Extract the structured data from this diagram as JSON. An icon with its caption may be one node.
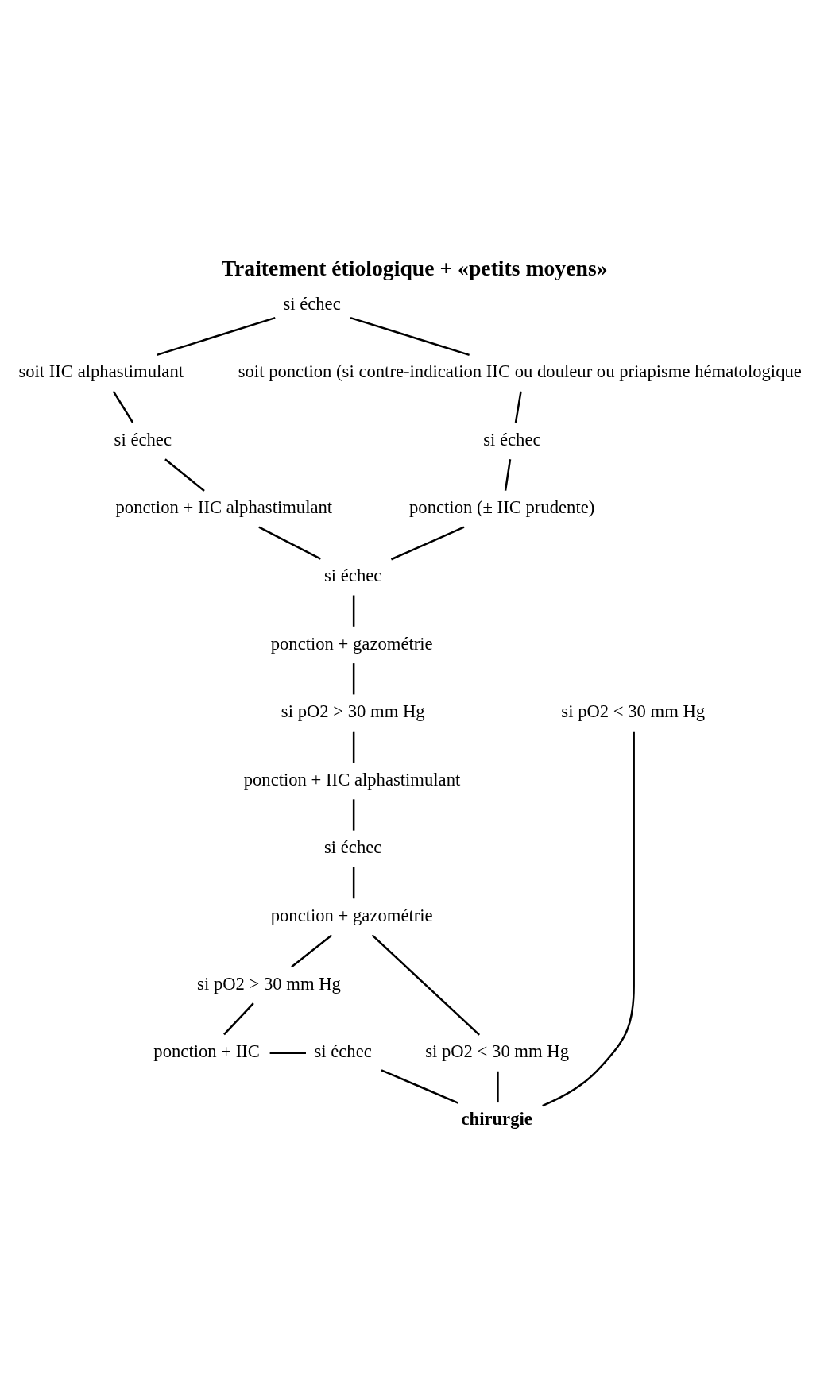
{
  "diagram": {
    "title": "Traitement étiologique + «petits moyens»",
    "nodes": [
      {
        "text": [
          "si échec"
        ]
      },
      {
        "text": [
          "soit IIC alphastimulant"
        ]
      },
      {
        "text": [
          "soit ponction (si contre-indication IIC ou douleur ou priapisme hématologique"
        ]
      },
      {
        "text": [
          "si échec"
        ]
      },
      {
        "text": [
          "ponction + IIC alphastimulant"
        ]
      },
      {
        "text": [
          "si échec"
        ]
      },
      {
        "text": [
          "ponction (± IIC prudente)"
        ]
      },
      {
        "text": [
          "si échec"
        ]
      },
      {
        "text": [
          "ponction + gazométrie"
        ]
      },
      {
        "text": [
          "si pO2 > 30 mm Hg"
        ]
      },
      {
        "text": [
          "si pO2 < 30 mm Hg"
        ]
      },
      {
        "text": [
          "ponction + IIC alphastimulant"
        ]
      },
      {
        "text": [
          "si échec"
        ]
      },
      {
        "text": [
          "chirurgie"
        ]
      },
      {
        "text": [
          "ponction + gazométrie"
        ]
      },
      {
        "text": [
          "si pO2 > 30 mm Hg"
        ]
      },
      {
        "text": [
          "si pO2 < 30 mm Hg"
        ]
      },
      {
        "text": [
          "ponction + IIC"
        ]
      },
      {
        "text": [
          "si échec"
        ]
      }
    ],
    "edges": [
      {
        "from": 0,
        "to": 1,
        "arrow": "none"
      },
      {
        "from": 0,
        "to": 2,
        "arrow": "none"
      },
      {
        "from": 1,
        "to": 3,
        "arrow": "none"
      },
      {
        "from": 3,
        "to": 4,
        "arrow": "none"
      },
      {
        "from": 2,
        "to": 5,
        "arrow": "none"
      },
      {
        "from": 5,
        "to": 6,
        "arrow": "none"
      },
      {
        "from": 4,
        "to": 7,
        "arrow": "none"
      },
      {
        "from": 6,
        "to": 7,
        "arrow": "none"
      },
      {
        "from": 7,
        "to": 8,
        "arrow": "none"
      },
      {
        "from": 8,
        "to": 9,
        "arrow": "none"
      },
      {
        "from": 10,
        "to": 13,
        "arrow": "none"
      },
      {
        "from": 9,
        "to": 11,
        "arrow": "none"
      },
      {
        "from": 11,
        "to": 12,
        "arrow": "none"
      },
      {
        "from": 12,
        "to": 14,
        "arrow": "none"
      },
      {
        "from": 14,
        "to": 15,
        "arrow": "none"
      },
      {
        "from": 14,
        "to": 16,
        "arrow": "none"
      },
      {
        "from": 16,
        "to": 13,
        "arrow": "none"
      },
      {
        "from": 15,
        "to": 17,
        "arrow": "none"
      },
      {
        "from": 17,
        "to": 18,
        "arrow": "none"
      },
      {
        "from": 18,
        "to": 13,
        "arrow": "none"
      }
    ]
  }
}
